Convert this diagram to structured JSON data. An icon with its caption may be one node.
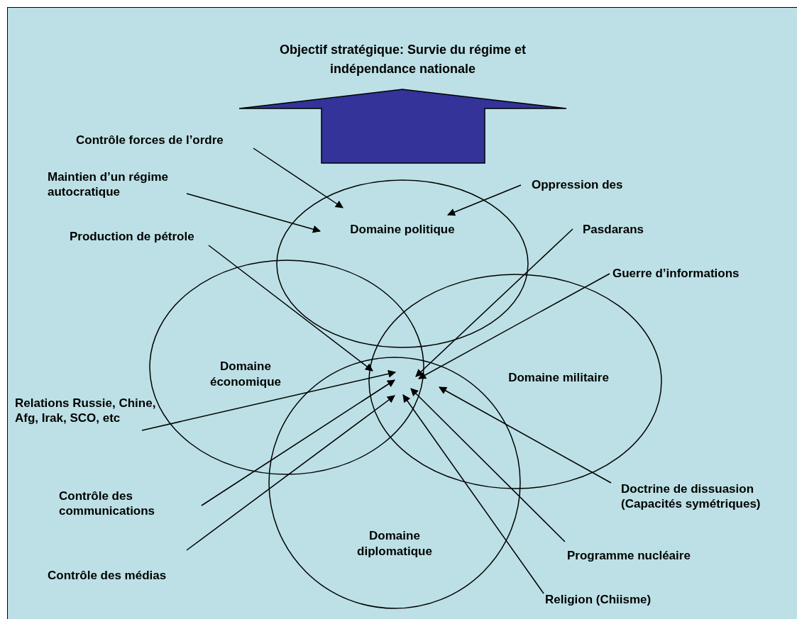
{
  "diagram": {
    "title": "Objectif stratégique: Survie du régime et indépendance nationale",
    "nodes": [
      {
        "text": [
          "Domaine politique"
        ]
      },
      {
        "text": [
          "Domaine économique"
        ]
      },
      {
        "text": [
          "Domaine militaire"
        ]
      },
      {
        "text": [
          "Domaine diplomatique"
        ]
      },
      {
        "text": [
          "Contrôle forces de l’ordre"
        ]
      },
      {
        "text": [
          "Maintien d’un régime autocratique"
        ]
      },
      {
        "text": [
          "Production de pétrole"
        ]
      },
      {
        "text": [
          "Oppression des"
        ]
      },
      {
        "text": [
          "Pasdarans"
        ]
      },
      {
        "text": [
          "Guerre d’informations"
        ]
      },
      {
        "text": [
          "Relations Russie, Chine, Afg, Irak, SCO, etc"
        ]
      },
      {
        "text": [
          "Contrôle des communications"
        ]
      },
      {
        "text": [
          "Contrôle des médias"
        ]
      },
      {
        "text": [
          "Doctrine de dissuasion (Capacités symétriques)"
        ]
      },
      {
        "text": [
          "Programme nucléaire"
        ]
      },
      {
        "text": [
          "Religion (Chiisme)"
        ]
      }
    ],
    "edges": [
      {
        "from": 4,
        "to": 0,
        "arrow": "to"
      },
      {
        "from": 5,
        "to": 0,
        "arrow": "to"
      },
      {
        "from": 7,
        "to": 0,
        "arrow": "to"
      },
      {
        "from": 6,
        "to": 1,
        "arrow": "to"
      },
      {
        "from": 8,
        "to": 1,
        "arrow": "to"
      },
      {
        "from": 9,
        "to": 1,
        "arrow": "to"
      },
      {
        "from": 10,
        "to": 1,
        "arrow": "to"
      },
      {
        "from": 11,
        "to": 1,
        "arrow": "to"
      },
      {
        "from": 12,
        "to": 1,
        "arrow": "to"
      },
      {
        "from": 13,
        "to": 2,
        "arrow": "to"
      },
      {
        "from": 14,
        "to": 1,
        "arrow": "to"
      },
      {
        "from": 15,
        "to": 1,
        "arrow": "to"
      }
    ]
  }
}
